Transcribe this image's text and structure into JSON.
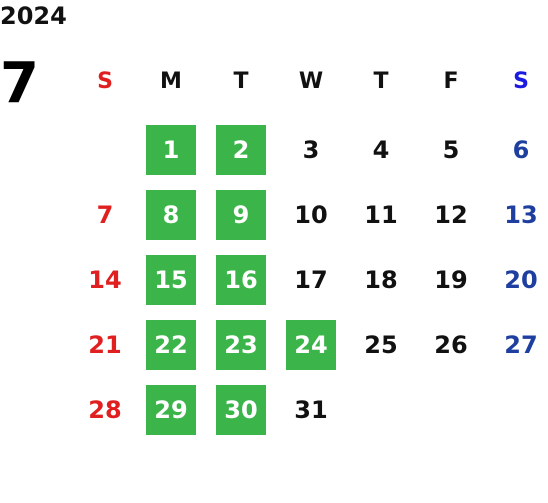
{
  "calendar": {
    "year": "2024",
    "month": "7",
    "weekdays": [
      {
        "label": "S",
        "color": "#e02020"
      },
      {
        "label": "M",
        "color": "#111111"
      },
      {
        "label": "T",
        "color": "#111111"
      },
      {
        "label": "W",
        "color": "#111111"
      },
      {
        "label": "T",
        "color": "#111111"
      },
      {
        "label": "F",
        "color": "#111111"
      },
      {
        "label": "S",
        "color": "#1a1ae0"
      }
    ],
    "weeks": [
      [
        "",
        "1",
        "2",
        "3",
        "4",
        "5",
        "6"
      ],
      [
        "7",
        "8",
        "9",
        "10",
        "11",
        "12",
        "13"
      ],
      [
        "14",
        "15",
        "16",
        "17",
        "18",
        "19",
        "20"
      ],
      [
        "21",
        "22",
        "23",
        "24",
        "25",
        "26",
        "27"
      ],
      [
        "28",
        "29",
        "30",
        "31",
        "",
        "",
        ""
      ]
    ],
    "highlighted_days": [
      "1",
      "2",
      "8",
      "9",
      "15",
      "16",
      "22",
      "23",
      "24",
      "29",
      "30"
    ],
    "colors": {
      "sunday": "#e02020",
      "saturday": "#1e3fa0",
      "weekday": "#111111",
      "highlight_bg": "#3bb54a",
      "highlight_text": "#ffffff"
    }
  }
}
